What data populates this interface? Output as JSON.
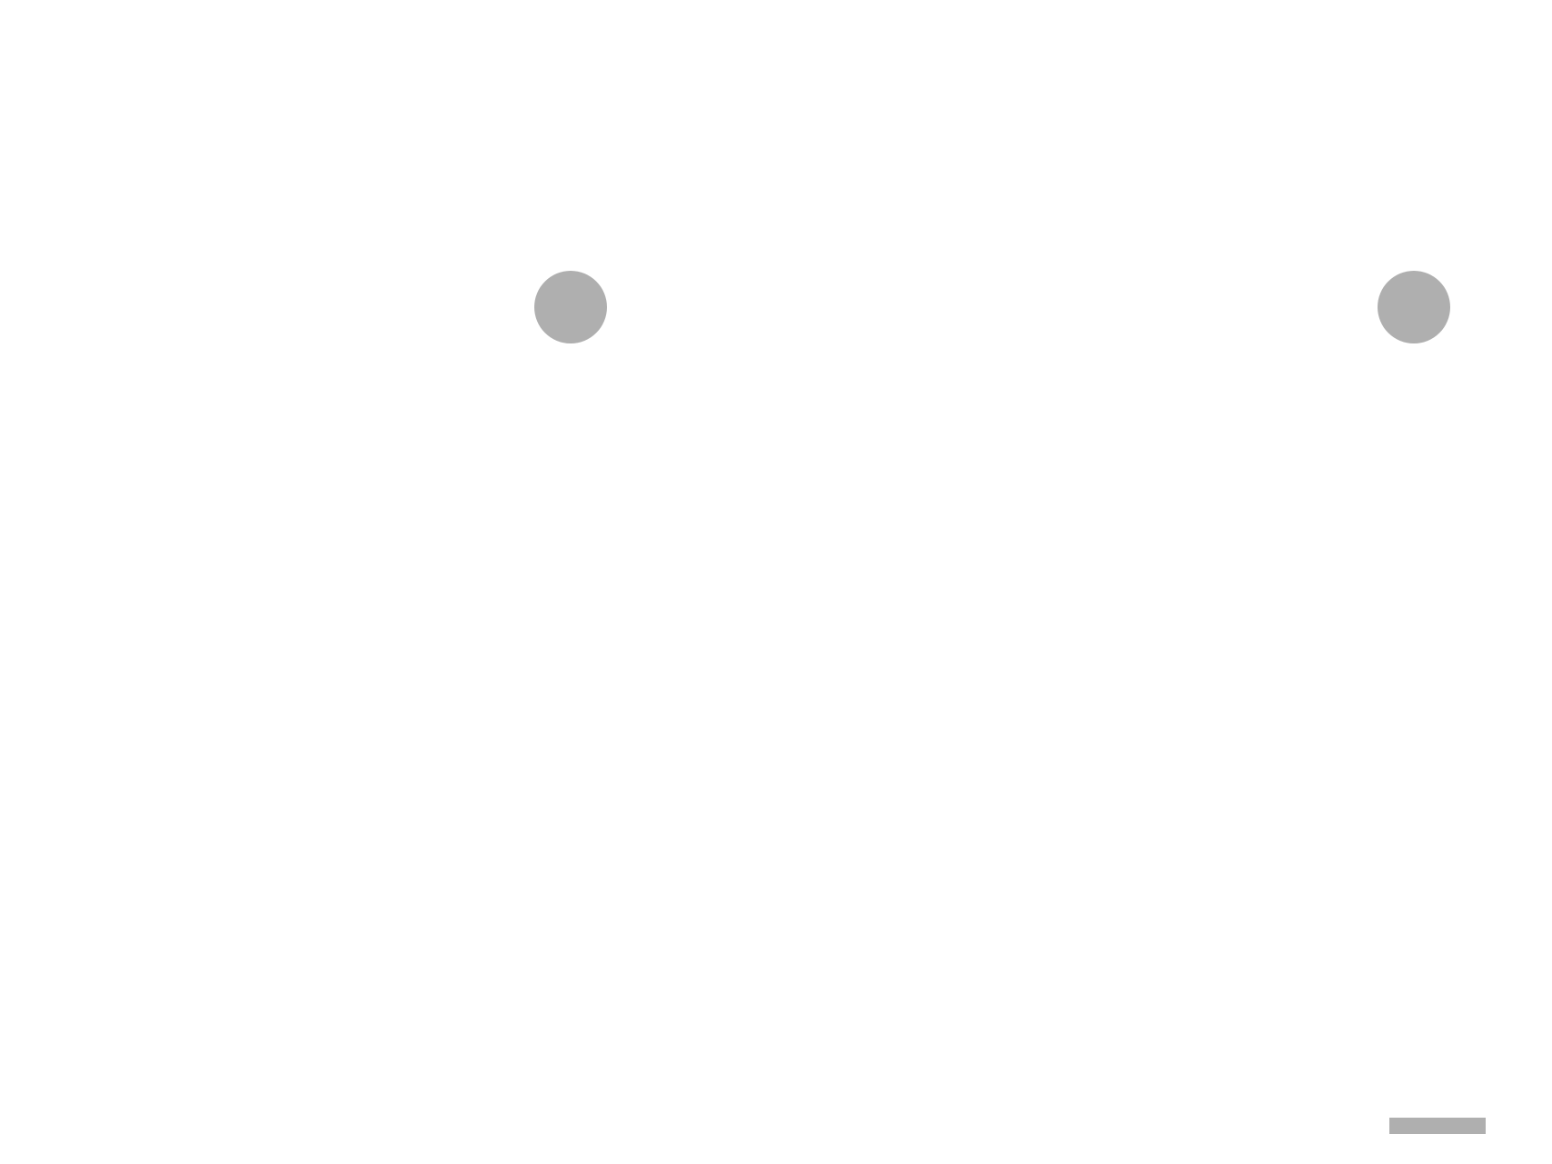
{
  "canvas": {
    "background": "#ffffff"
  },
  "marks": {
    "color": "#afafaf",
    "dots": [
      {
        "name": "left-dot",
        "shape": "circle"
      },
      {
        "name": "right-dot",
        "shape": "circle"
      }
    ],
    "bar": {
      "name": "bottom-right-bar",
      "shape": "rectangle"
    }
  }
}
